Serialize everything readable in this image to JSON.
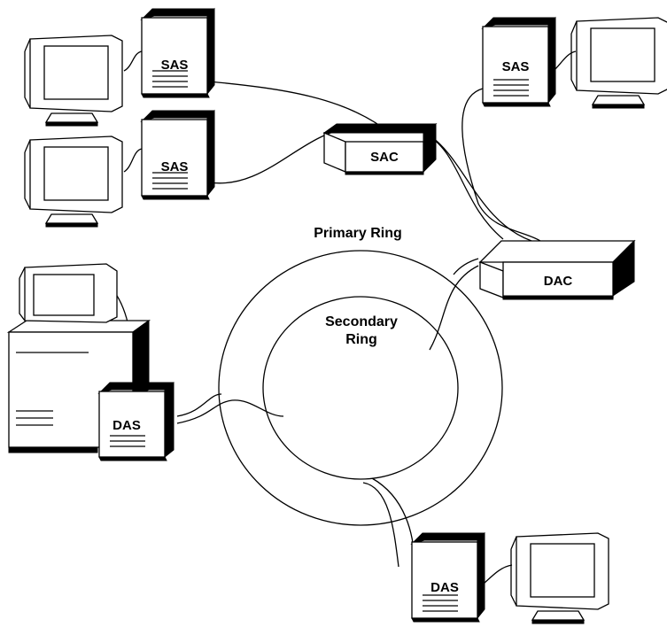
{
  "labels": {
    "sas_top_left": "SAS",
    "sas_mid_left": "SAS",
    "sas_top_right": "SAS",
    "sac": "SAC",
    "dac": "DAC",
    "das_left": "DAS",
    "das_bottom": "DAS",
    "primary_ring": "Primary Ring",
    "secondary_ring_line1": "Secondary",
    "secondary_ring_line2": "Ring"
  }
}
